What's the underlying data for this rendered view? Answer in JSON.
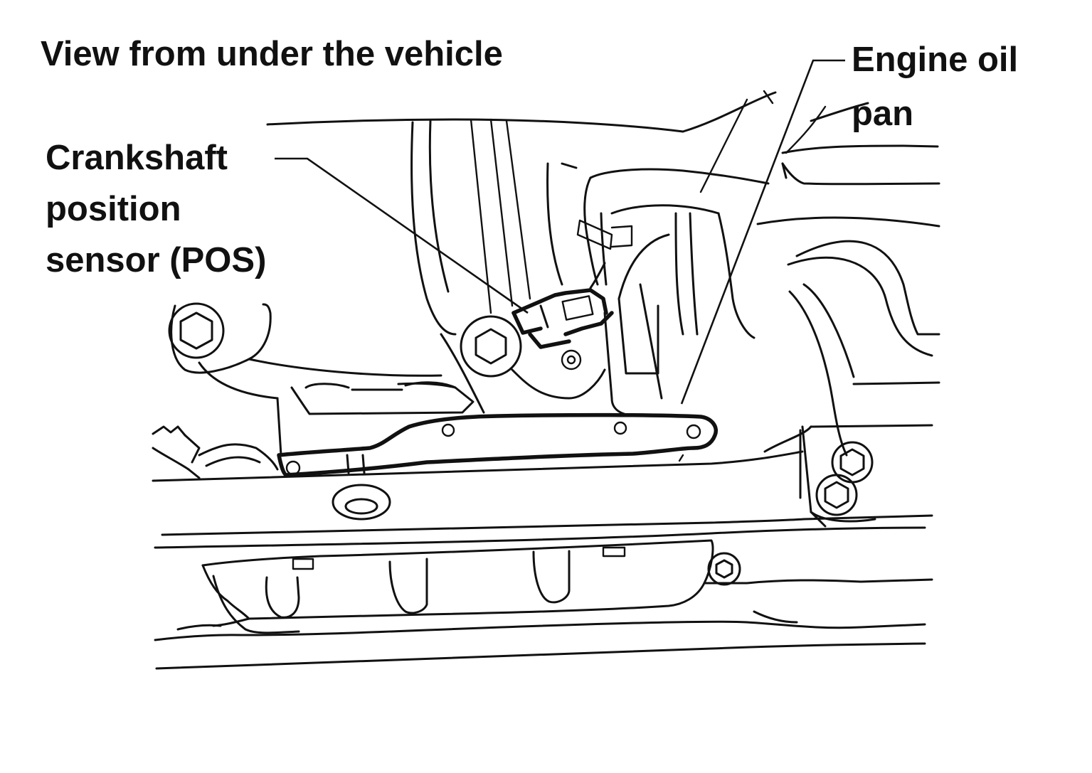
{
  "diagram": {
    "title": "View from under the vehicle",
    "callouts": {
      "crankshaft_sensor": {
        "line1": "Crankshaft",
        "line2": "position",
        "line3": "sensor (POS)"
      },
      "oil_pan": {
        "line1": "Engine oil",
        "line2": "pan"
      }
    }
  }
}
